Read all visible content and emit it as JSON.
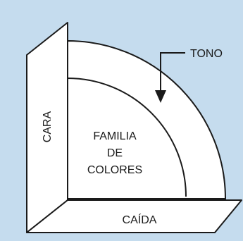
{
  "diagram": {
    "labels": {
      "tono": "TONO",
      "cara": "CARA",
      "familia_line1": "FAMILIA",
      "familia_line2": "DE",
      "familia_line3": "COLORES",
      "caida": "CAÍDA"
    },
    "colors": {
      "background": "#c5dcee",
      "fill": "#ffffff",
      "stroke": "#1a1a1a"
    }
  }
}
